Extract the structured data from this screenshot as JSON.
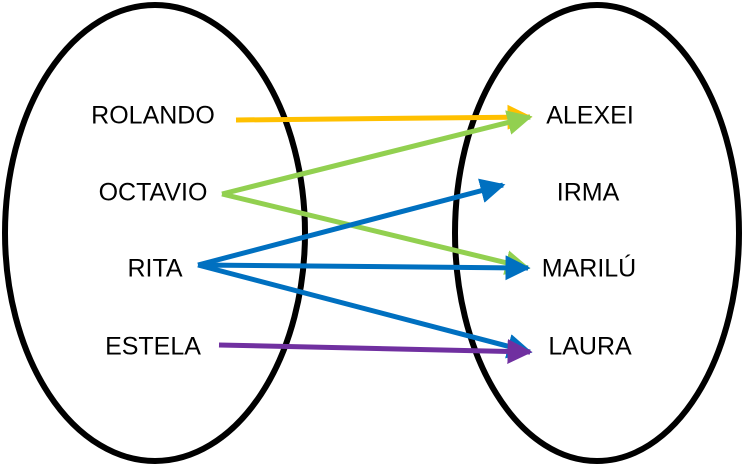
{
  "diagram": {
    "domain_set": {
      "items": [
        "ROLANDO",
        "OCTAVIO",
        "RITA",
        "ESTELA"
      ]
    },
    "codomain_set": {
      "items": [
        "ALEXEI",
        "IRMA",
        "MARILÚ",
        "LAURA"
      ]
    },
    "mappings": [
      {
        "from": "ROLANDO",
        "to": "ALEXEI",
        "color": "#FFC000"
      },
      {
        "from": "OCTAVIO",
        "to": "ALEXEI",
        "color": "#92D050"
      },
      {
        "from": "OCTAVIO",
        "to": "MARILÚ",
        "color": "#92D050"
      },
      {
        "from": "RITA",
        "to": "IRMA",
        "color": "#0070C0"
      },
      {
        "from": "RITA",
        "to": "MARILÚ",
        "color": "#0070C0"
      },
      {
        "from": "RITA",
        "to": "LAURA",
        "color": "#0070C0"
      },
      {
        "from": "ESTELA",
        "to": "LAURA",
        "color": "#7030A0"
      }
    ],
    "outline_color": "#000000"
  }
}
